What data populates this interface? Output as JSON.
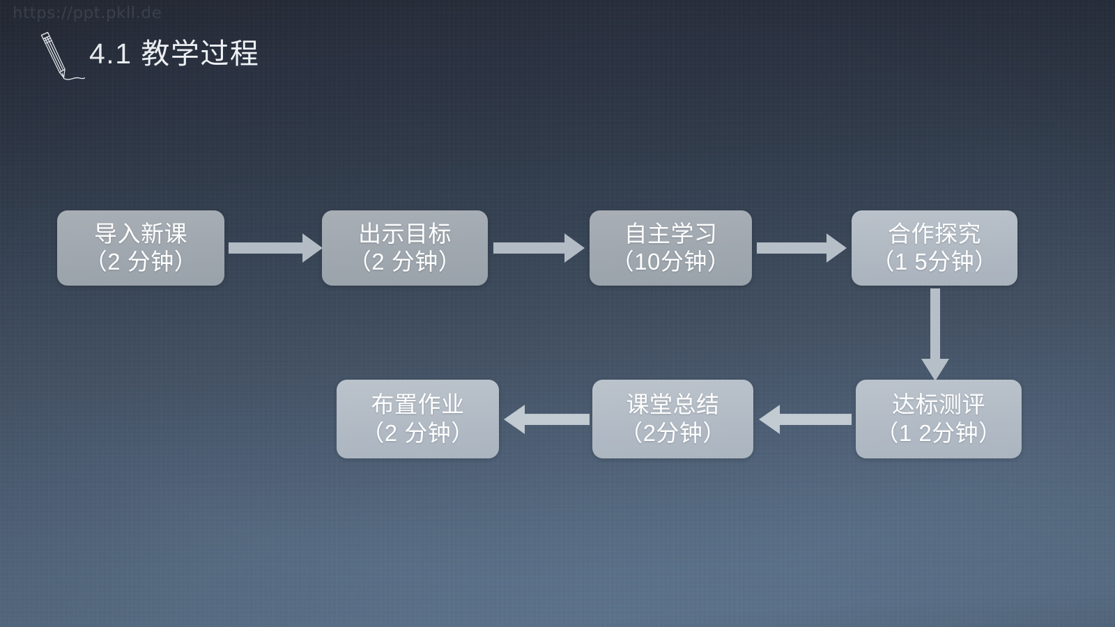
{
  "slide": {
    "watermark": "https://ppt.pkll.de",
    "title": "4.1 教学过程",
    "pencil_icon": "pencil-icon",
    "colors": {
      "background_top": "#262b36",
      "background_bottom": "#5e748d",
      "box_fill": "#a7aeb5",
      "box_fill_light": "#c0c8d0",
      "box_text": "#ffffff",
      "arrow": "#b6bfc7",
      "title_text": "#f2f5f8",
      "watermark_text": "#d7dee8"
    }
  },
  "flow": {
    "row1": [
      {
        "id": "step-1",
        "line1": "导入新课",
        "line2": "（2 分钟）"
      },
      {
        "id": "step-2",
        "line1": "出示目标",
        "line2": "（2 分钟）"
      },
      {
        "id": "step-3",
        "line1": "自主学习",
        "line2": "（10分钟）"
      },
      {
        "id": "step-4",
        "line1": "合作探究",
        "line2": "（1 5分钟）"
      }
    ],
    "row2": [
      {
        "id": "step-7",
        "line1": "布置作业",
        "line2": "（2 分钟）"
      },
      {
        "id": "step-6",
        "line1": "课堂总结",
        "line2": "（2分钟）"
      },
      {
        "id": "step-5",
        "line1": "达标测评",
        "line2": "（1 2分钟）"
      }
    ],
    "connectors": [
      {
        "id": "arrow-1-to-2",
        "direction": "right"
      },
      {
        "id": "arrow-2-to-3",
        "direction": "right"
      },
      {
        "id": "arrow-3-to-4",
        "direction": "right"
      },
      {
        "id": "arrow-4-to-5",
        "direction": "down"
      },
      {
        "id": "arrow-5-to-6",
        "direction": "left"
      },
      {
        "id": "arrow-6-to-7",
        "direction": "left"
      }
    ]
  }
}
